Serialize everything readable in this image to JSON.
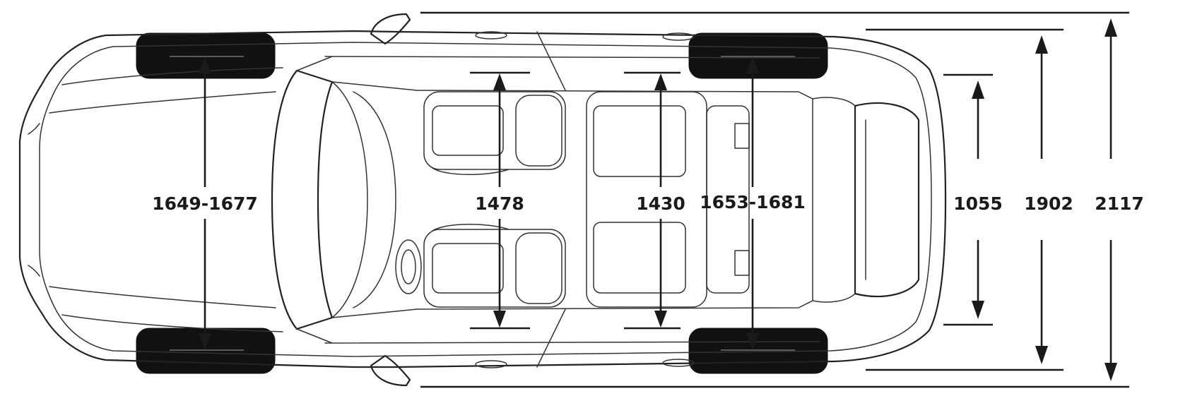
{
  "dimensions": {
    "front_track": "1649-1677",
    "front_shoulder": "1478",
    "rear_shoulder": "1430",
    "rear_track": "1653-1681",
    "tailgate_width": "1055",
    "body_width": "1902",
    "mirror_width": "2117"
  },
  "colors": {
    "line": "#1a1a1a",
    "tire": "#111111",
    "background": "#ffffff"
  }
}
